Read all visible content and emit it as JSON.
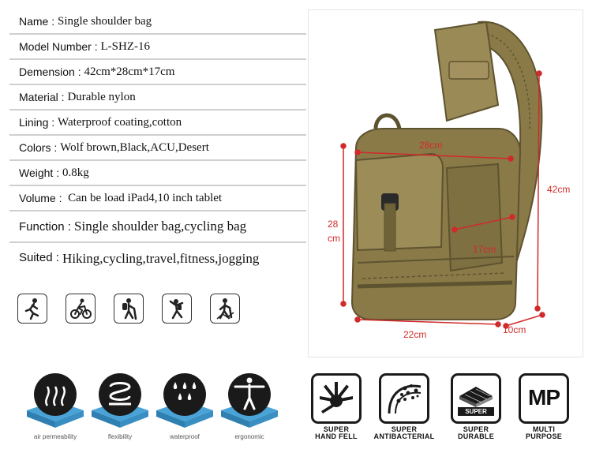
{
  "specs": [
    {
      "label": "Name : ",
      "value": "Single shoulder bag"
    },
    {
      "label": "Model Number : ",
      "value": "L-SHZ-16"
    },
    {
      "label": "Demension : ",
      "value": "42cm*28cm*17cm"
    },
    {
      "label": "Material : ",
      "value": "Durable nylon"
    },
    {
      "label": "Lining : ",
      "value": "Waterproof coating,cotton"
    },
    {
      "label": "Colors : ",
      "value": "Wolf brown,Black,ACU,Desert"
    },
    {
      "label": "Weight : ",
      "value": "0.8kg"
    },
    {
      "label": "Volume : ",
      "value": " Can be load iPad4,10 inch tablet"
    },
    {
      "label": "Function : ",
      "value": "Single shoulder bag,cycling bag"
    },
    {
      "label": "Suited : ",
      "value": "Hiking,cycling,travel,fitness,jogging"
    }
  ],
  "activities": [
    "running-icon",
    "cycling-icon",
    "hiking-icon",
    "climbing-icon",
    "trekking-icon"
  ],
  "dimensions": {
    "width_top": "28cm",
    "height_right": "42cm",
    "height_left_1": "28",
    "height_left_2": "cm",
    "depth_side": "17cm",
    "width_bottom": "22cm",
    "depth_bottom": "10cm"
  },
  "features": [
    {
      "caption": "air permeability",
      "icon": "air-wave-icon"
    },
    {
      "caption": "flexibility",
      "icon": "spring-icon"
    },
    {
      "caption": "waterproof",
      "icon": "water-drops-icon"
    },
    {
      "caption": "ergonomic",
      "icon": "human-figure-icon"
    }
  ],
  "badges": [
    {
      "line1": "SUPER",
      "line2": "HAND FELL",
      "icon": "hand-icon"
    },
    {
      "line1": "SUPER",
      "line2": "ANTIBACTERIAL",
      "icon": "antibacterial-icon"
    },
    {
      "line1": "SUPER",
      "line2": "DURABLE",
      "inner": "SUPER",
      "icon": "fabric-icon"
    },
    {
      "line1": "MULTI",
      "line2": "PURPOSE",
      "inner": "MP",
      "icon": "mp-icon"
    }
  ],
  "colors": {
    "bag": "#8a7a48",
    "bag_dark": "#5e5330",
    "dim_red": "#d12a2a",
    "feature_blue": "#4aa3d6"
  }
}
